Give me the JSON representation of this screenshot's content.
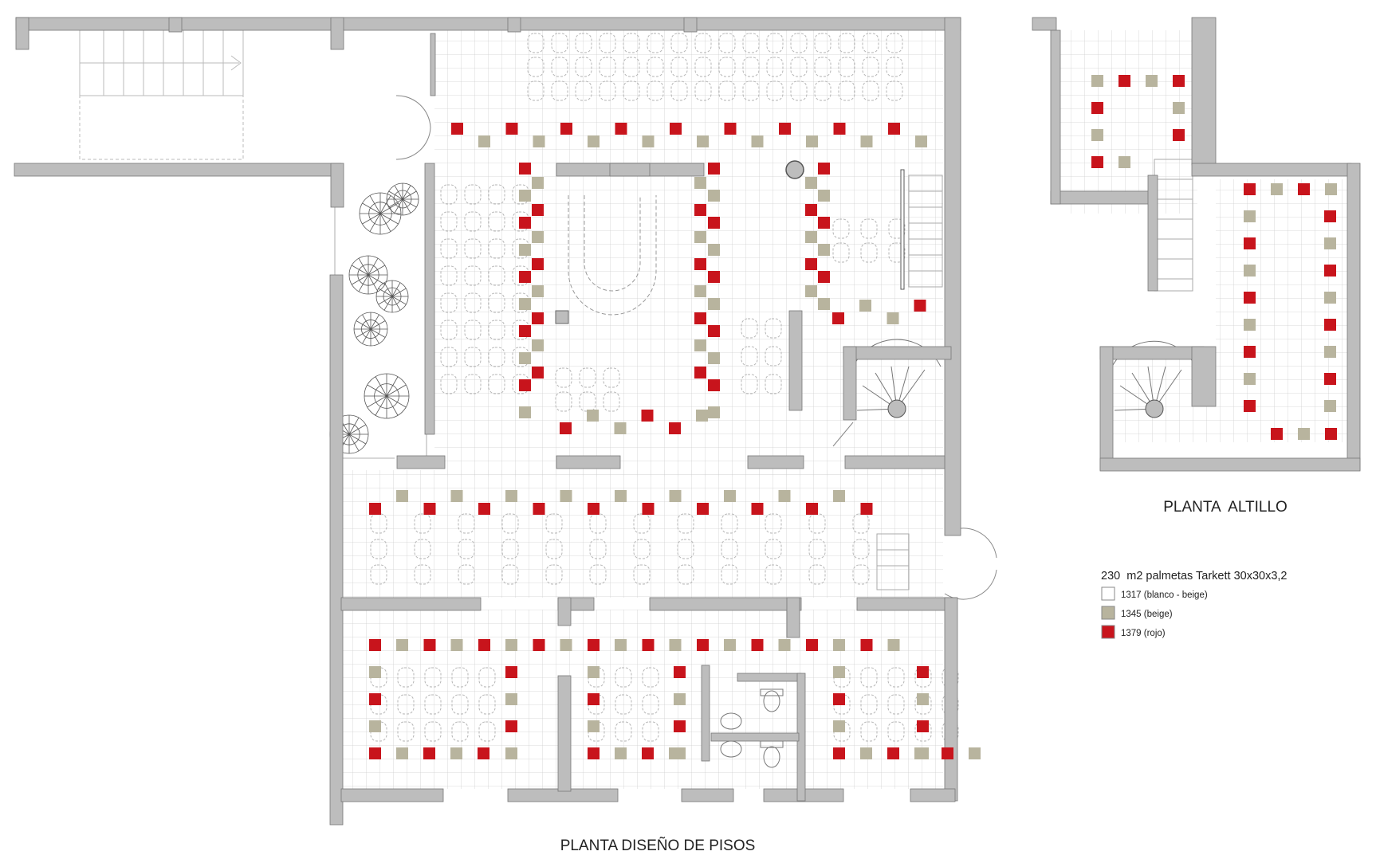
{
  "labels": {
    "main_plan_title": "PLANTA DISEÑO DE PISOS",
    "attic_plan_title": "PLANTA  ALTILLO"
  },
  "legend": {
    "title": "230  m2 palmetas Tarkett 30x30x3,2",
    "items": [
      {
        "label": "1317 (blanco - beige)",
        "color": "#ffffff"
      },
      {
        "label": "1345 (beige)",
        "color": "#b8b49e"
      },
      {
        "label": "1379 (rojo)",
        "color": "#c8141c"
      }
    ]
  },
  "colors": {
    "wall": "#bdbdbd",
    "wall_outline": "#777777",
    "grid_line": "#cfcfcf",
    "tile_beige": "#b8b49e",
    "tile_red": "#c8141c",
    "furniture": "#b5b5b5",
    "tree": "#555555"
  }
}
